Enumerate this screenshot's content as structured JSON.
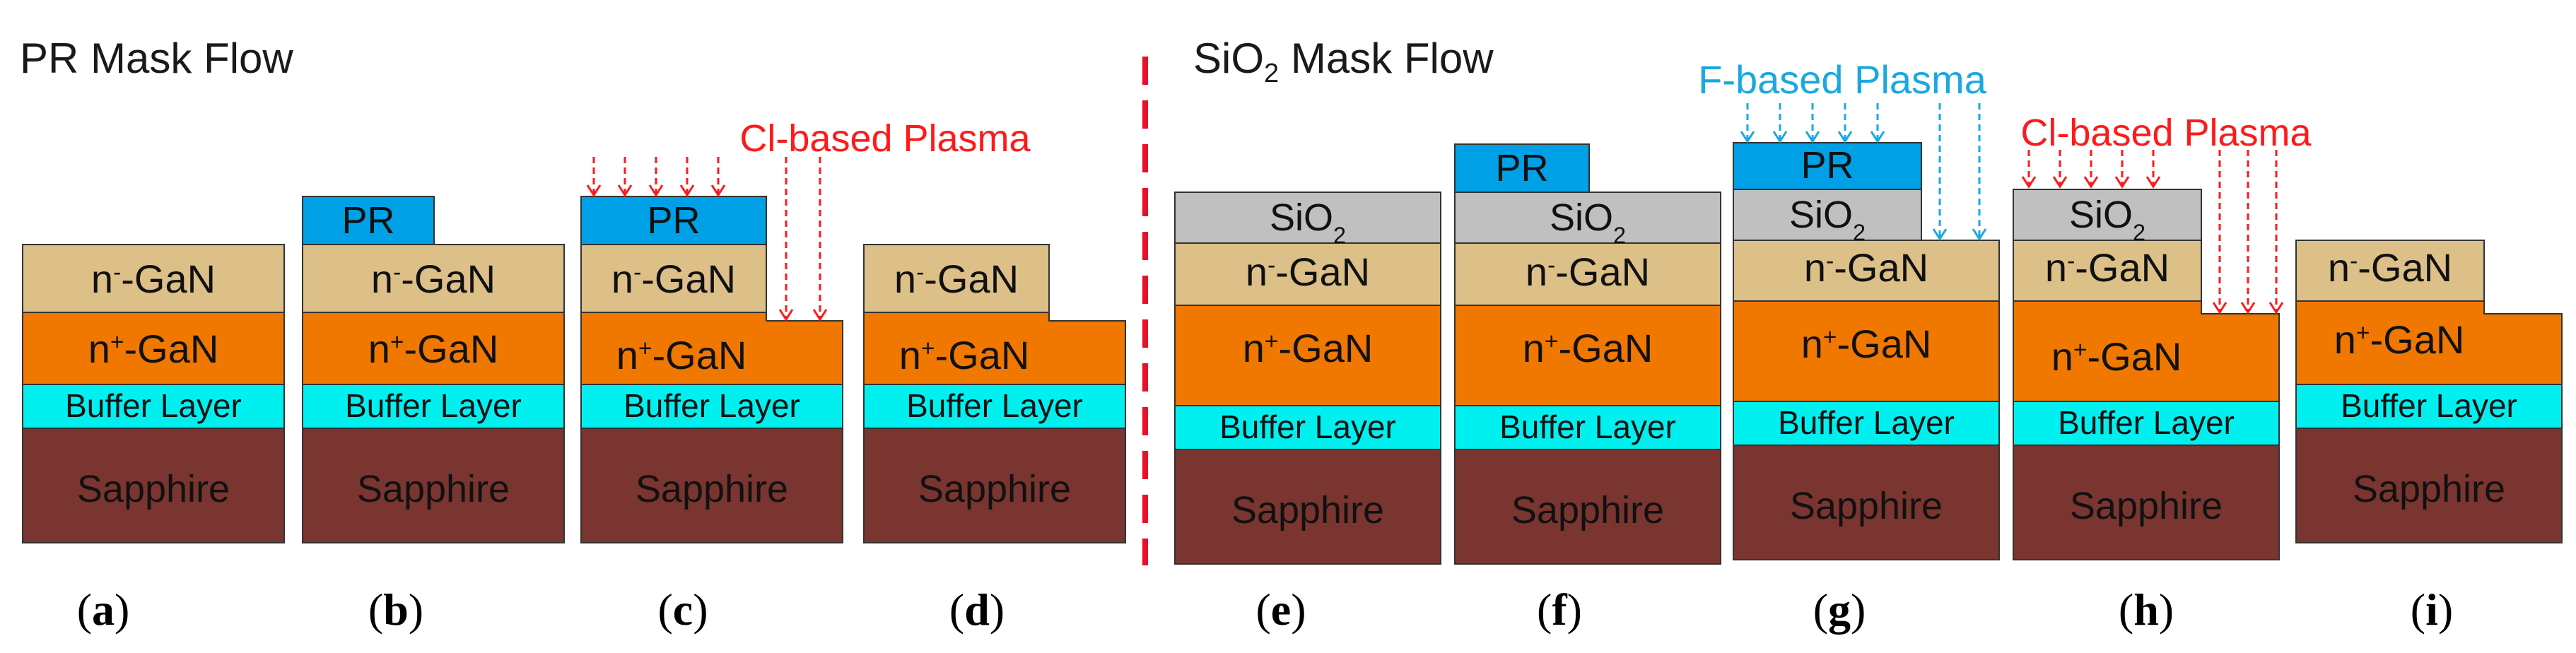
{
  "titles": {
    "pr_flow": "PR Mask Flow",
    "sio2_flow_main": "SiO",
    "sio2_flow_sub": "2",
    "sio2_flow_rest": " Mask Flow"
  },
  "plasma": {
    "cl": "Cl-based Plasma",
    "f": "F-based Plasma"
  },
  "layers": {
    "sapphire": "Sapphire",
    "buffer": "Buffer Layer",
    "nplus_base": "n",
    "nplus_sup": "+",
    "nminus_base": "n",
    "nminus_sup": "-",
    "gan": "-GaN",
    "pr": "PR",
    "sio2_base": "SiO",
    "sio2_sub": "2"
  },
  "steps": [
    "a",
    "b",
    "c",
    "d",
    "e",
    "f",
    "g",
    "h",
    "i"
  ],
  "colors": {
    "sapphire": "#7a3530",
    "buffer": "#00f0f0",
    "nplus": "#f07800",
    "nminus": "#dcc088",
    "pr": "#00a0e6",
    "sio2": "#c0c0c0",
    "cl_plasma": "#ff1a1a",
    "f_plasma": "#1aa8e0",
    "divider": "#e8102a"
  }
}
